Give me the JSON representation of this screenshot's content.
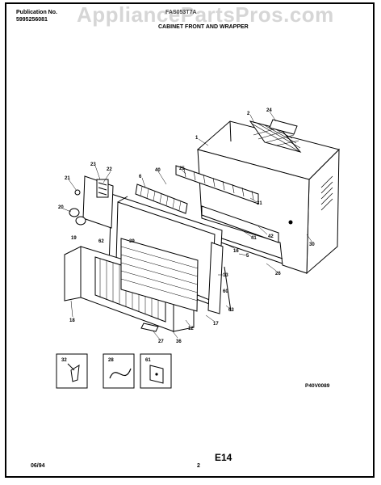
{
  "header": {
    "publication_label": "Publication No.",
    "publication_number": "5995256081",
    "model": "FAS053T7A",
    "section_title": "CABINET FRONT AND WRAPPER"
  },
  "watermark": "AppliancePartsPros.com",
  "callouts": {
    "c1": "1",
    "c2": "2",
    "c24": "24",
    "c23": "23",
    "c22": "22",
    "c21": "21",
    "c20": "20",
    "c19": "19",
    "c6": "6",
    "c40": "40",
    "c25": "25",
    "c31": "31",
    "c30": "30",
    "c41": "41",
    "c42": "42",
    "c16": "16",
    "c5": "5",
    "c26": "26",
    "c13": "13",
    "c62": "62",
    "c39": "39",
    "c60": "60",
    "c63": "63",
    "c18": "18",
    "c17": "17",
    "c12": "12",
    "c27": "27",
    "c36": "36",
    "box_a": "32",
    "box_b": "28",
    "box_c": "61"
  },
  "reference_code": "P40V0089",
  "footer": {
    "date": "06/94",
    "page": "2",
    "section": "E14"
  }
}
